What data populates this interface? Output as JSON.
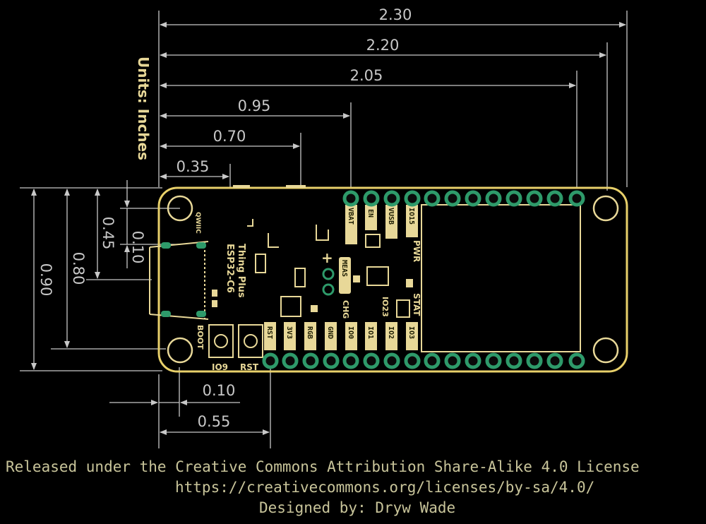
{
  "units_label": "Units: Inches",
  "dimensions": {
    "horizontal_top": [
      "2.30",
      "2.20",
      "2.05",
      "0.95",
      "0.70",
      "0.35"
    ],
    "vertical": [
      "0.90",
      "0.80",
      "0.45",
      "0.10"
    ],
    "horizontal_bottom": [
      "0.10",
      "0.55"
    ]
  },
  "board": {
    "title_line1": "Thing Plus",
    "title_line2": "ESP32-C6",
    "top_pins": [
      "VBAT",
      "EN",
      "VUSB",
      "IO15"
    ],
    "bottom_pins": [
      "RST",
      "3V3",
      "RGB",
      "GND",
      "IO0",
      "IO1",
      "IO2",
      "IO3"
    ],
    "labels": {
      "qwiic": "QWIIC",
      "pwr": "PWR",
      "stat": "STAT",
      "meas": "MEAS",
      "chg": "CHG",
      "io23": "IO23",
      "boot": "BOOT",
      "io9": "IO9",
      "rst_btn": "RST"
    }
  },
  "footer": {
    "license": "Released under the Creative Commons Attribution Share-Alike 4.0 License",
    "url": "https://creativecommons.org/licenses/by-sa/4.0/",
    "designer": "Designed by:  Dryw Wade"
  },
  "colors": {
    "background": "#000000",
    "board_outline": "#e8d06a",
    "pad": "#2e9a6a",
    "dimension_line": "#c8c8c8",
    "silkscreen": "#e8d898"
  }
}
